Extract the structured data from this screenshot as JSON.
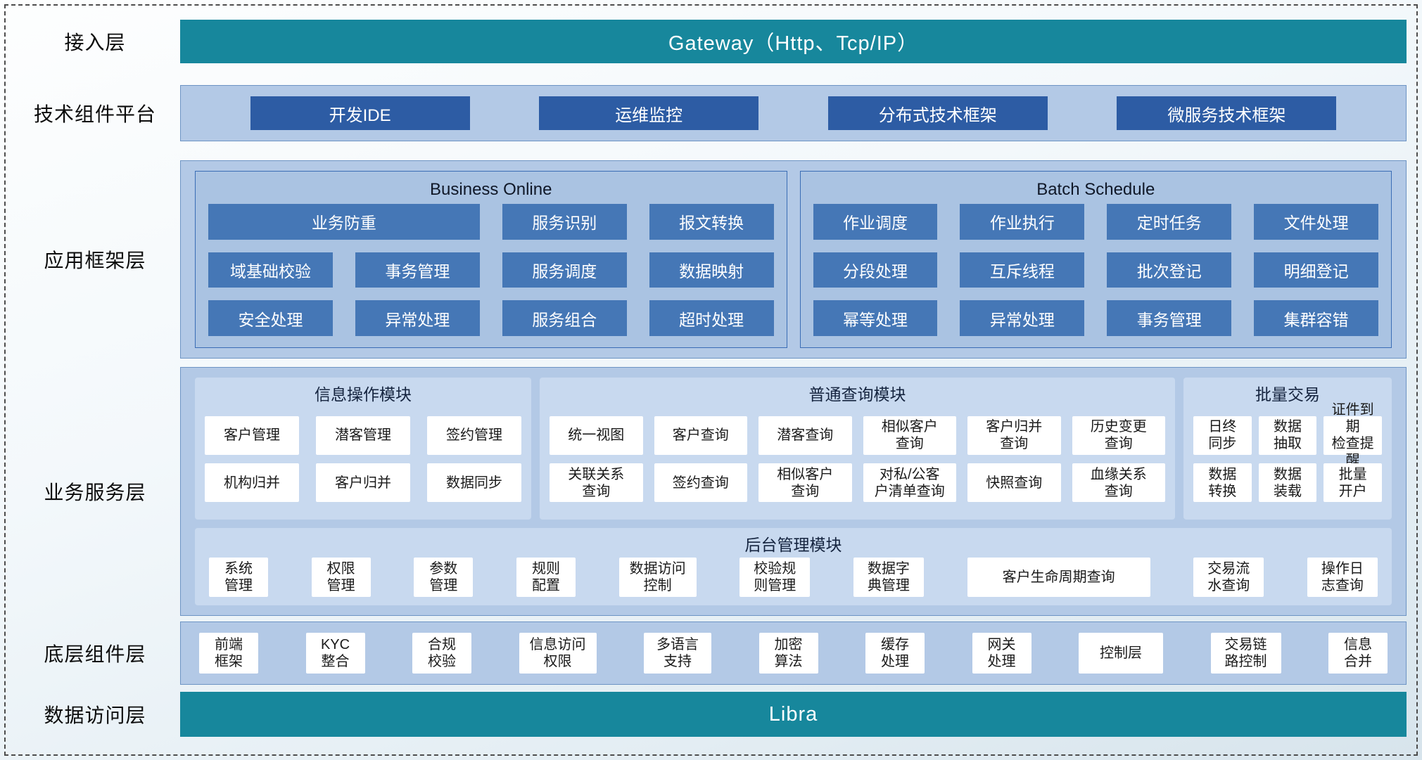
{
  "colors": {
    "teal": "#17879c",
    "dark_blue": "#2d5ca4",
    "mid_blue": "#4577b6",
    "panel_blue": "#b3c9e6",
    "subpanel_blue": "#c8d9ef"
  },
  "access_layer": {
    "label": "接入层",
    "banner": "Gateway（Http、Tcp/IP）"
  },
  "tech_platform": {
    "label": "技术组件平台",
    "items": [
      "开发IDE",
      "运维监控",
      "分布式技术框架",
      "微服务技术框架"
    ]
  },
  "app_framework": {
    "label": "应用框架层",
    "business_online": {
      "title": "Business Online",
      "items": [
        "业务防重",
        "服务识别",
        "报文转换",
        "域基础校验",
        "事务管理",
        "服务调度",
        "数据映射",
        "安全处理",
        "异常处理",
        "服务组合",
        "超时处理"
      ]
    },
    "batch_schedule": {
      "title": "Batch Schedule",
      "items": [
        "作业调度",
        "作业执行",
        "定时任务",
        "文件处理",
        "分段处理",
        "互斥线程",
        "批次登记",
        "明细登记",
        "幂等处理",
        "异常处理",
        "事务管理",
        "集群容错"
      ]
    }
  },
  "business_service": {
    "label": "业务服务层",
    "info_module": {
      "title": "信息操作模块",
      "items": [
        "客户管理",
        "潜客管理",
        "签约管理",
        "机构归并",
        "客户归并",
        "数据同步"
      ]
    },
    "query_module": {
      "title": "普通查询模块",
      "items": [
        "统一视图",
        "客户查询",
        "潜客查询",
        "相似客户\n查询",
        "客户归并\n查询",
        "历史变更\n查询",
        "关联关系\n查询",
        "签约查询",
        "相似客户\n查询",
        "对私/公客\n户清单查询",
        "快照查询",
        "血缘关系\n查询"
      ]
    },
    "batch_module": {
      "title": "批量交易",
      "items": [
        "日终\n同步",
        "数据\n抽取",
        "证件到期\n检查提醒",
        "数据\n转换",
        "数据\n装载",
        "批量\n开户"
      ]
    },
    "admin_module": {
      "title": "后台管理模块",
      "items": [
        "系统\n管理",
        "权限\n管理",
        "参数\n管理",
        "规则\n配置",
        "数据访问\n控制",
        "校验规\n则管理",
        "数据字\n典管理",
        "客户生命周期查询",
        "交易流\n水查询",
        "操作日\n志查询"
      ]
    }
  },
  "base_components": {
    "label": "底层组件层",
    "items": [
      "前端\n框架",
      "KYC\n整合",
      "合规\n校验",
      "信息访问\n权限",
      "多语言\n支持",
      "加密\n算法",
      "缓存\n处理",
      "网关\n处理",
      "控制层",
      "交易链\n路控制",
      "信息\n合并"
    ]
  },
  "data_access": {
    "label": "数据访问层",
    "banner": "Libra"
  }
}
